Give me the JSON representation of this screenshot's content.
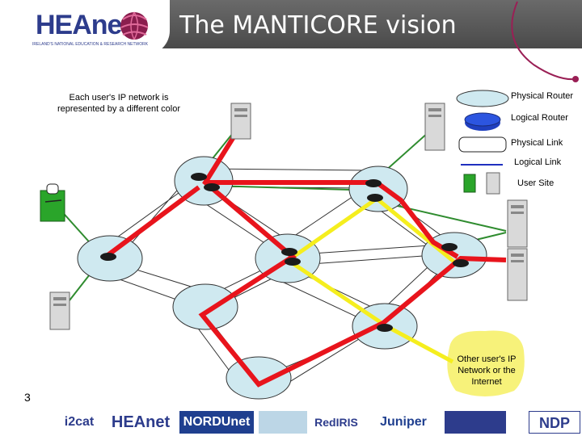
{
  "header": {
    "logo_text": "HEAnet",
    "logo_tagline": "IRELAND'S NATIONAL EDUCATION & RESEARCH NETWORK",
    "title": "The MANTICORE vision"
  },
  "description": "Each user's IP network is represented by a different color",
  "legend": {
    "physical_router": "Physical Router",
    "logical_router": "Logical Router",
    "physical_link": "Physical Link",
    "logical_link": "Logical Link",
    "user_site": "User Site"
  },
  "cloud_label": "Other user's IP Network or the Internet",
  "page_number": "3",
  "sponsors": [
    "i2cat",
    "HEAnet",
    "NORDUnet",
    "RedIRIS",
    "Juniper",
    "NDP"
  ],
  "colors": {
    "header": "#555555",
    "router_fill": "#cfe9f0",
    "logical_router": "#1f3fbf",
    "red_network": "#e8141c",
    "yellow_network": "#f5ee1e",
    "green_link": "#2f8c2f",
    "cloud": "#f7f27a",
    "user_site": "#2aa52a"
  }
}
